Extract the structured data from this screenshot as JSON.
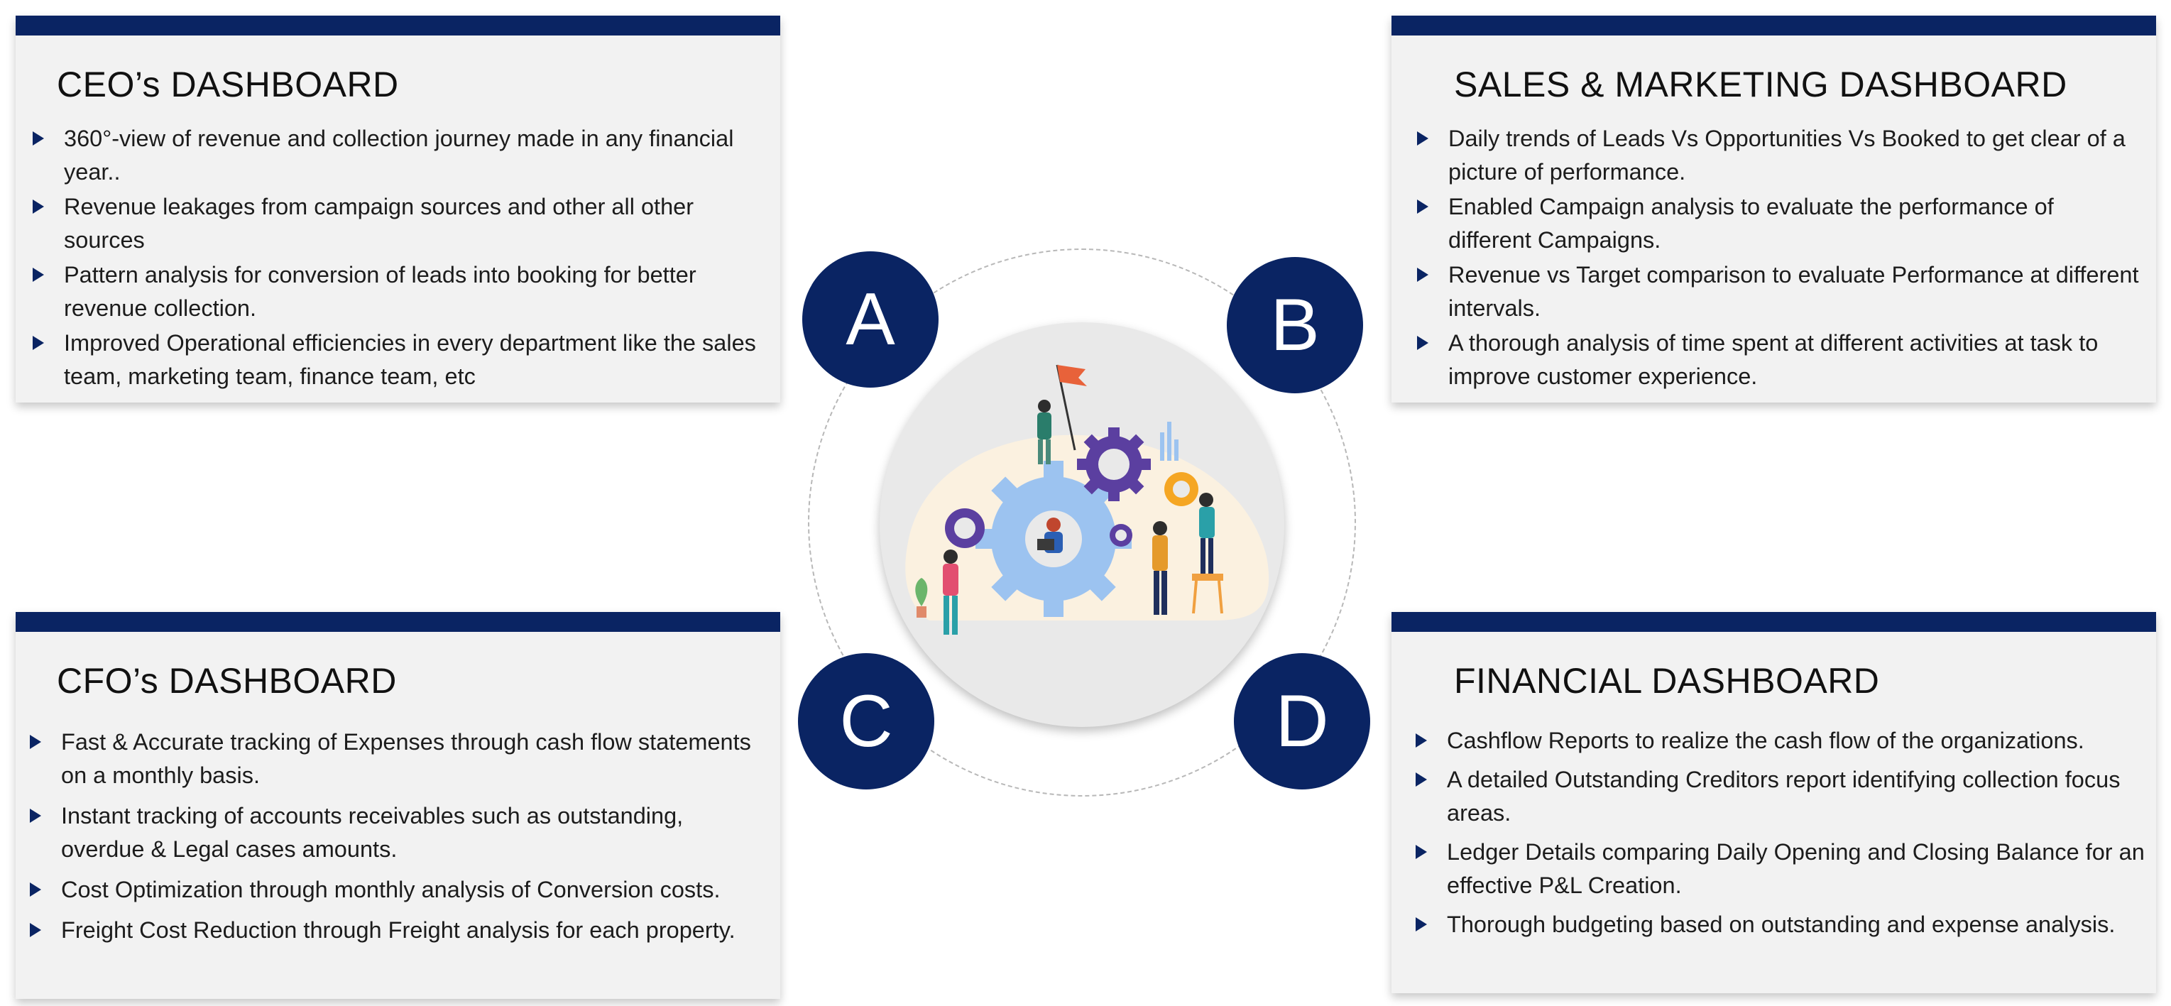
{
  "cards": {
    "a": {
      "title": "CEO’s DASHBOARD",
      "items": [
        "360°-view of revenue and collection journey made in any financial year..",
        "Revenue leakages from campaign sources and other all other sources",
        "Pattern analysis for conversion of leads into booking for better revenue collection.",
        "Improved Operational efficiencies in every department like the sales team, marketing team, finance team, etc"
      ]
    },
    "b": {
      "title": "SALES & MARKETING DASHBOARD",
      "items": [
        "Daily trends of Leads Vs Opportunities Vs Booked to get clear of a picture of performance.",
        "Enabled Campaign analysis to evaluate the performance of different Campaigns.",
        "Revenue vs Target comparison to evaluate Performance at different intervals.",
        "A thorough analysis of time spent at different activities at task to improve customer experience."
      ]
    },
    "c": {
      "title": "CFO’s DASHBOARD",
      "items": [
        "Fast & Accurate tracking of Expenses through cash flow statements on a monthly basis.",
        "Instant tracking of accounts receivables such as outstanding, overdue & Legal cases amounts.",
        "Cost Optimization through monthly analysis of Conversion costs.",
        "Freight Cost Reduction through Freight analysis for each property."
      ]
    },
    "d": {
      "title": "FINANCIAL DASHBOARD",
      "items": [
        "Cashflow Reports to realize the cash flow of the organizations.",
        "A detailed Outstanding Creditors report identifying collection focus areas.",
        "Ledger Details comparing Daily Opening and Closing Balance for an effective P&L Creation.",
        "Thorough budgeting based on outstanding and expense analysis."
      ]
    }
  },
  "badges": {
    "a": "A",
    "b": "B",
    "c": "C",
    "d": "D"
  },
  "colors": {
    "navy": "#0a2463",
    "card": "#f2f2f2",
    "purple": "#5b3fa0",
    "gear_blue": "#9cc3f0",
    "orange": "#f5a623"
  },
  "illustration": {
    "icon": "teamwork-gears-illustration"
  }
}
